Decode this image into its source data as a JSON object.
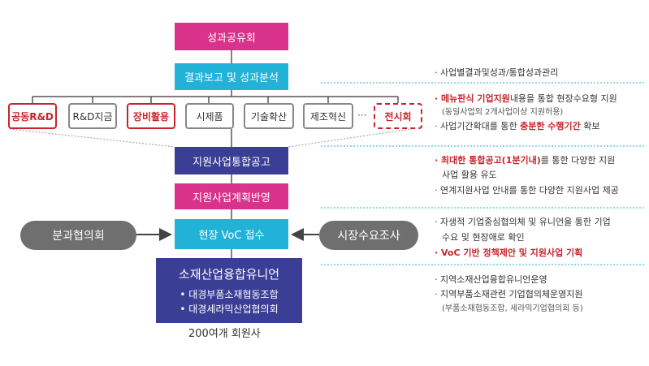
{
  "flow": {
    "top": "성과공유회",
    "report": "결과보고 및 성과분석",
    "announce": "지원사업통합공고",
    "plan": "지원사업계획반영",
    "voc": "현장 VoC 접수",
    "council_left": "분과협의회",
    "survey_right": "시장수요조사",
    "union_title": "소재산업융합유니언",
    "union_items": [
      "• 대경부품소재협동조합",
      "• 대경세라믹산업협의회"
    ],
    "members": "200여개 회원사"
  },
  "items": [
    "공동R&D",
    "R&D지금",
    "장비활용",
    "시제품",
    "기술확산",
    "제조혁신",
    "···",
    "전시회"
  ],
  "notes": {
    "n1": "· 사업별결과및성과/통합성과관리",
    "n2a_hl": "메뉴판식 기업지원",
    "n2a_rest": "내용을 통합 현장수요형 지원",
    "n2b": "(동일사업외 2개사업이상 지원허용)",
    "n2c_pre": "사업기간확대를 통한 ",
    "n2c_hl": "충분한 수행기간",
    "n2c_post": " 확보",
    "n3a_hl": "최대한 통합공고(1분기내)",
    "n3a_rest": "를 통한 다양한 지원",
    "n3b": "사업 활용 유도",
    "n3c": "연계지원사업 안내를 통한 다양한 지원사업 제공",
    "n4a": "자생적 기업중심협의체 및 유니언을 통한 기업",
    "n4b": "수요 및 현장애로 확인",
    "n4c_hl": "VoC 기반 정책제안 및 지원사업 기획",
    "n5a": "지역소재산업융합유니언운영",
    "n5b": "지역부품소재관련 기업협의체운영지원",
    "n5c": "(부품소재협동조합, 세라믹기업협의회 등)"
  },
  "colors": {
    "pink": "#d8328a",
    "cyan": "#22b2d8",
    "navy": "#3b3e95",
    "gray": "#6f6f6f",
    "red": "#c9242c"
  }
}
